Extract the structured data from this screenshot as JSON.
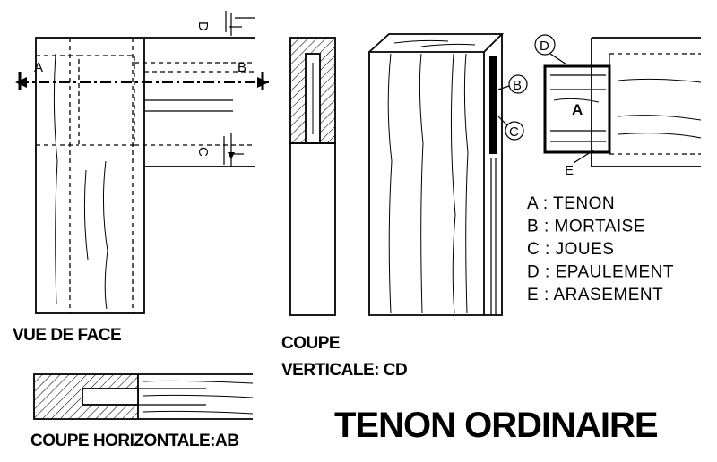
{
  "title": "TENON ORDINAIRE",
  "views": {
    "front": "VUE DE FACE",
    "vertical_line1": "COUPE",
    "vertical_line2": "VERTICALE: CD",
    "horizontal": "COUPE HORIZONTALE:AB"
  },
  "markers": {
    "front_a": "A",
    "front_b": "B",
    "front_c": "C",
    "front_d": "D",
    "persp_b": "B",
    "persp_c": "C",
    "detail_d": "D",
    "detail_a": "A",
    "detail_e": "E"
  },
  "legend": [
    {
      "key": "A",
      "label": "TENON"
    },
    {
      "key": "B",
      "label": "MORTAISE"
    },
    {
      "key": "C",
      "label": "JOUES"
    },
    {
      "key": "D",
      "label": "EPAULEMENT"
    },
    {
      "key": "E",
      "label": "ARASEMENT"
    }
  ]
}
